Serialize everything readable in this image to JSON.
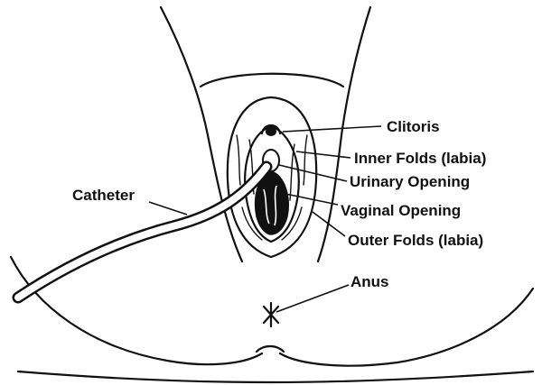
{
  "diagram": {
    "labels": {
      "clitoris": "Clitoris",
      "inner_folds": "Inner Folds (labia)",
      "urinary_opening": "Urinary Opening",
      "vaginal_opening": "Vaginal Opening",
      "outer_folds": "Outer Folds (labia)",
      "anus": "Anus",
      "catheter": "Catheter"
    }
  }
}
